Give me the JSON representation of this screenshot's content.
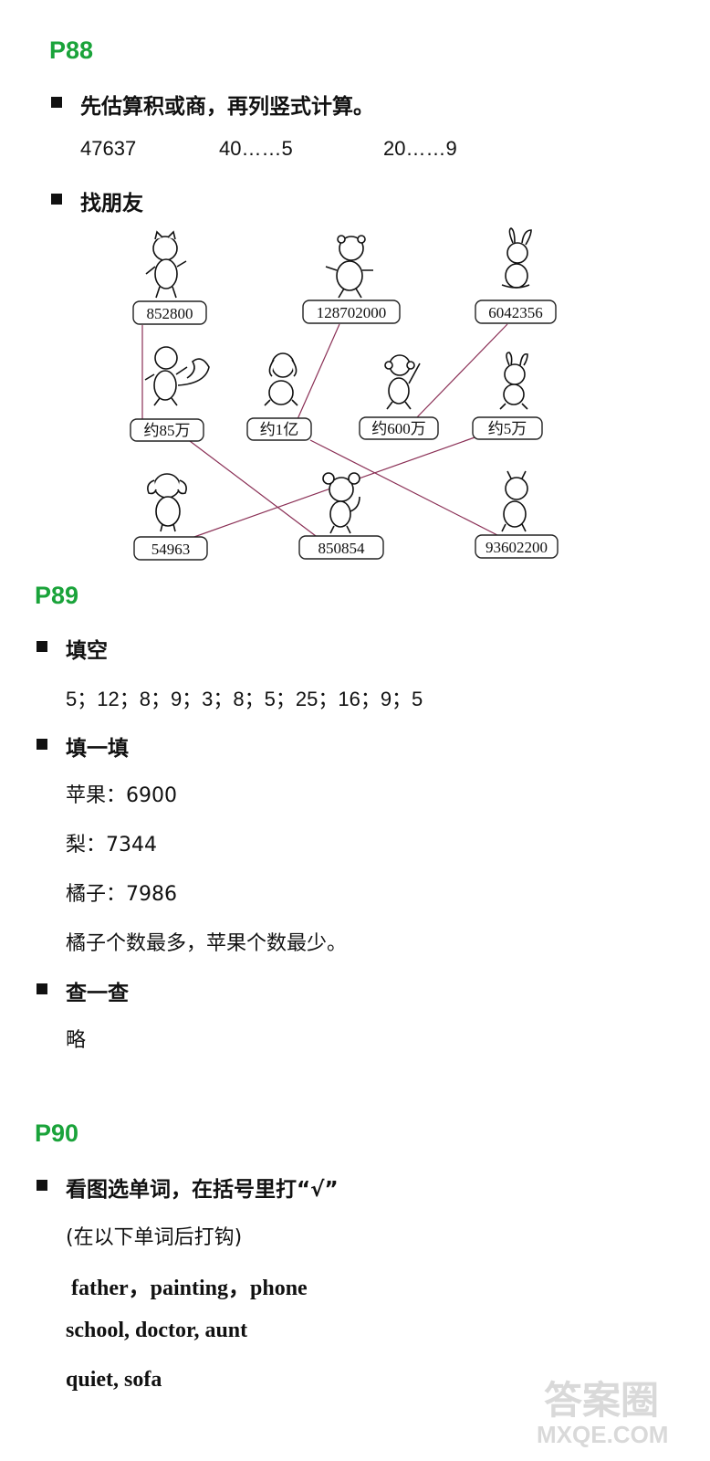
{
  "p88": {
    "page": "P88",
    "q1": {
      "title": "先估算积或商，再列竖式计算。",
      "answers": [
        "47637",
        "40……5",
        "20……9"
      ]
    },
    "q2": {
      "title": "找朋友",
      "top_labels": [
        "852800",
        "128702000",
        "6042356"
      ],
      "mid_labels": [
        "约85万",
        "约1亿",
        "约600万",
        "约5万"
      ],
      "bottom_labels": [
        "54963",
        "850854",
        "93602200"
      ]
    }
  },
  "p89": {
    "page": "P89",
    "q1": {
      "title": "填空",
      "answer": "5；12；8；9；3；8；5；25；16；9；5"
    },
    "q2": {
      "title": "填一填",
      "lines": [
        "苹果：6900",
        "梨：7344",
        "橘子：7986",
        "橘子个数最多，苹果个数最少。"
      ]
    },
    "q3": {
      "title": "查一查",
      "answer": "略"
    }
  },
  "p90": {
    "page": "P90",
    "q1": {
      "title": "看图选单词，在括号里打“√”",
      "note": "(在以下单词后打钩)",
      "line1": "father，painting，phone",
      "line2": "school,    doctor,    aunt",
      "line3": "quiet,    sofa"
    }
  },
  "watermark": {
    "top": "答案圈",
    "bottom": "MXQE.COM"
  }
}
